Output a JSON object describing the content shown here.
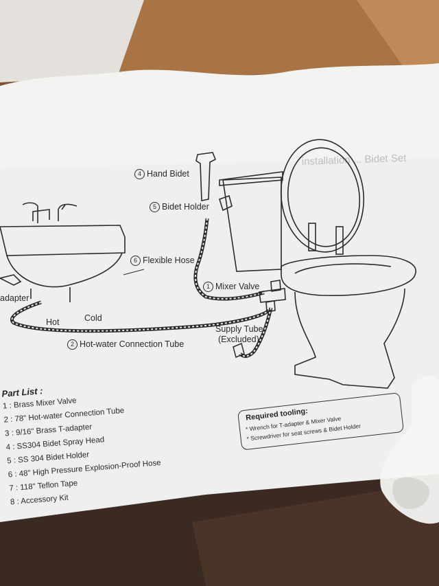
{
  "diagram": {
    "labels": {
      "hand_bidet": "Hand Bidet",
      "bidet_holder": "Bidet Holder",
      "flexible_hose": "Flexible Hose",
      "mixer_valve": "Mixer Valve",
      "hot_water_tube": "Hot-water Connection Tube",
      "supply_tube": "Supply Tube",
      "supply_tube_note": "(Excluded)",
      "adapter": "adapter",
      "hot": "Hot",
      "cold": "Cold"
    },
    "numbers": {
      "hand_bidet": "4",
      "bidet_holder": "5",
      "flexible_hose": "6",
      "mixer_valve": "1",
      "hot_water_tube": "2"
    }
  },
  "part_list": {
    "title": "Part List :",
    "items": [
      "1 : Brass Mixer Valve",
      "2 : 78\" Hot-water Connection Tube",
      "3 : 9/16\" Brass T-adapter",
      "4 : SS304 Bidet Spray Head",
      "5 : SS 304 Bidet Holder",
      "6 : 48\" High Pressure Explosion-Proof Hose",
      "7 : 118\" Teflon Tape",
      "8 : Accessory Kit"
    ]
  },
  "tooling": {
    "title": "Required tooling:",
    "items": [
      "* Wrench for T-adapter & Mixer Valve",
      "* Screwdriver for seat screws & Bidet Holder"
    ]
  }
}
